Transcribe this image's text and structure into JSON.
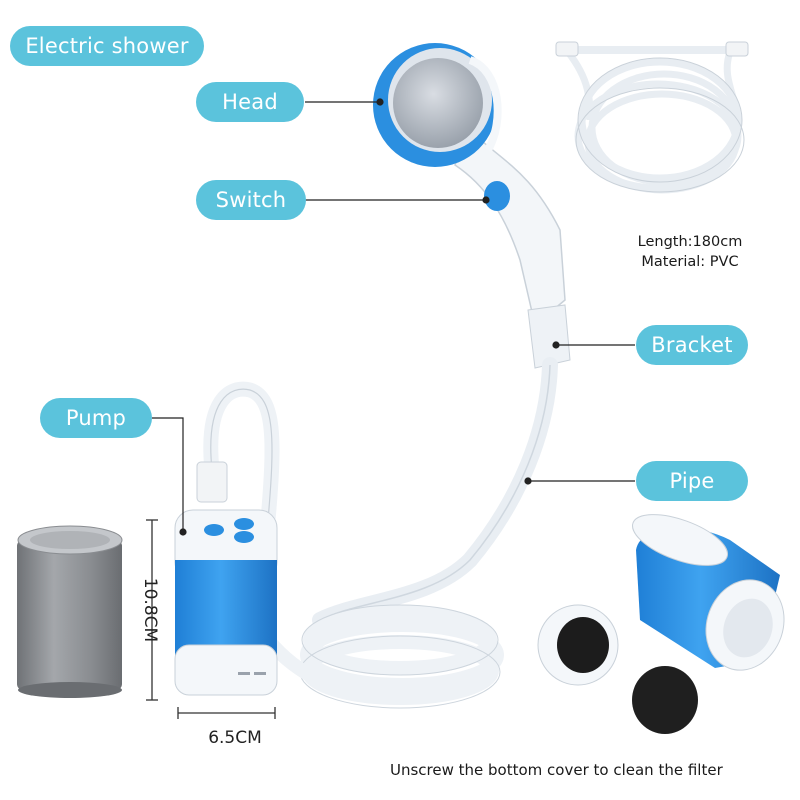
{
  "labels": {
    "title": "Electric shower",
    "head": "Head",
    "switch": "Switch",
    "bracket": "Bracket",
    "pipe": "Pipe",
    "pump": "Pump"
  },
  "hose_spec": {
    "length": "Length:180cm",
    "material": "Material: PVC"
  },
  "dimensions": {
    "height": "10.8CM",
    "width": "6.5CM"
  },
  "filter_note": "Unscrew the bottom cover to clean the filter",
  "colors": {
    "label_bg": "#5bc3dc",
    "product_blue": "#2b8fe0",
    "product_white": "#f4f7fa",
    "can_gray": "#8a8d91"
  }
}
